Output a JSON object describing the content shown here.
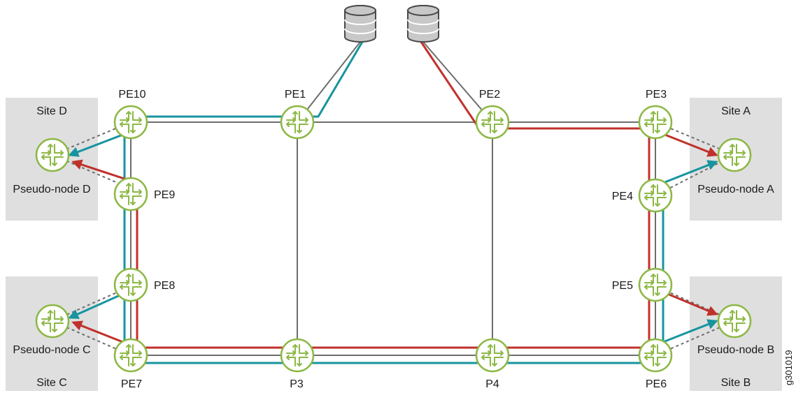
{
  "colors": {
    "router_fill": "#ffffff",
    "router_stroke": "#8cb844",
    "link_gray": "#6d6d6d",
    "path_teal": "#17949f",
    "path_red": "#c0312b",
    "site_box": "#dfdfdf",
    "database_fill": "#c8c8c8",
    "database_stroke": "#4a4a4a"
  },
  "sites": {
    "site_d": {
      "label": "Site D",
      "pseudo_node": "Pseudo-node D"
    },
    "site_c": {
      "label": "Site C",
      "pseudo_node": "Pseudo-node C"
    },
    "site_a": {
      "label": "Site A",
      "pseudo_node": "Pseudo-node A"
    },
    "site_b": {
      "label": "Site B",
      "pseudo_node": "Pseudo-node B"
    }
  },
  "routers": {
    "pe10": "PE10",
    "pe1": "PE1",
    "pe2": "PE2",
    "pe3": "PE3",
    "pe9": "PE9",
    "pe4": "PE4",
    "pe8": "PE8",
    "pe5": "PE5",
    "pe7": "PE7",
    "p3": "P3",
    "p4": "P4",
    "pe6": "PE6"
  },
  "icons": {
    "router": "router-icon",
    "database": "database-icon",
    "arrow": "arrowhead-icon"
  },
  "figure_id": "g301019"
}
